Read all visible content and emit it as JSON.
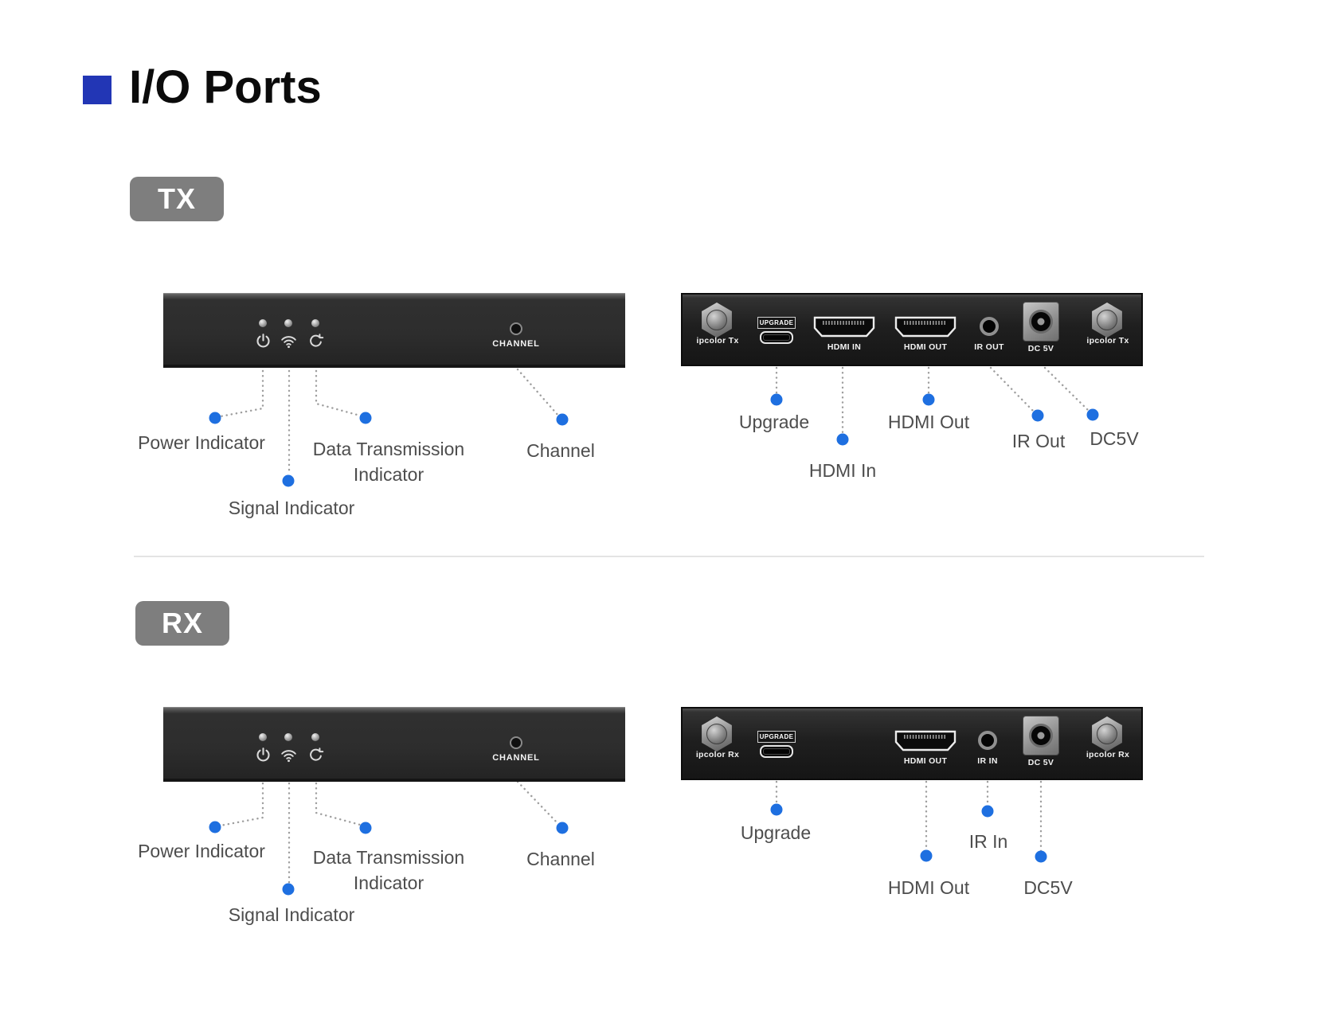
{
  "title": "I/O Ports",
  "colors": {
    "accent": "#2236b5",
    "dot": "#1e6fe0",
    "badge": "#7e7e7e"
  },
  "tx": {
    "badge": "TX",
    "front": {
      "channel_button_label": "CHANNEL"
    },
    "rear": {
      "antenna_left": "ipcolor Tx",
      "upgrade": "UPGRADE",
      "hdmi_in": "HDMI IN",
      "hdmi_out": "HDMI OUT",
      "ir": "IR OUT",
      "dc": "DC 5V",
      "antenna_right": "ipcolor Tx"
    },
    "callouts": {
      "power": "Power Indicator",
      "data_line1": "Data Transmission",
      "data_line2": "Indicator",
      "signal": "Signal Indicator",
      "channel": "Channel",
      "upgrade": "Upgrade",
      "hdmi_in": "HDMI In",
      "hdmi_out": "HDMI Out",
      "ir": "IR Out",
      "dc": "DC5V"
    }
  },
  "rx": {
    "badge": "RX",
    "front": {
      "channel_button_label": "CHANNEL"
    },
    "rear": {
      "antenna_left": "ipcolor Rx",
      "upgrade": "UPGRADE",
      "hdmi_out": "HDMI OUT",
      "ir": "IR IN",
      "dc": "DC 5V",
      "antenna_right": "ipcolor Rx"
    },
    "callouts": {
      "power": "Power Indicator",
      "data_line1": "Data Transmission",
      "data_line2": "Indicator",
      "signal": "Signal Indicator",
      "channel": "Channel",
      "upgrade": "Upgrade",
      "hdmi_out": "HDMI Out",
      "ir": "IR In",
      "dc": "DC5V"
    }
  }
}
